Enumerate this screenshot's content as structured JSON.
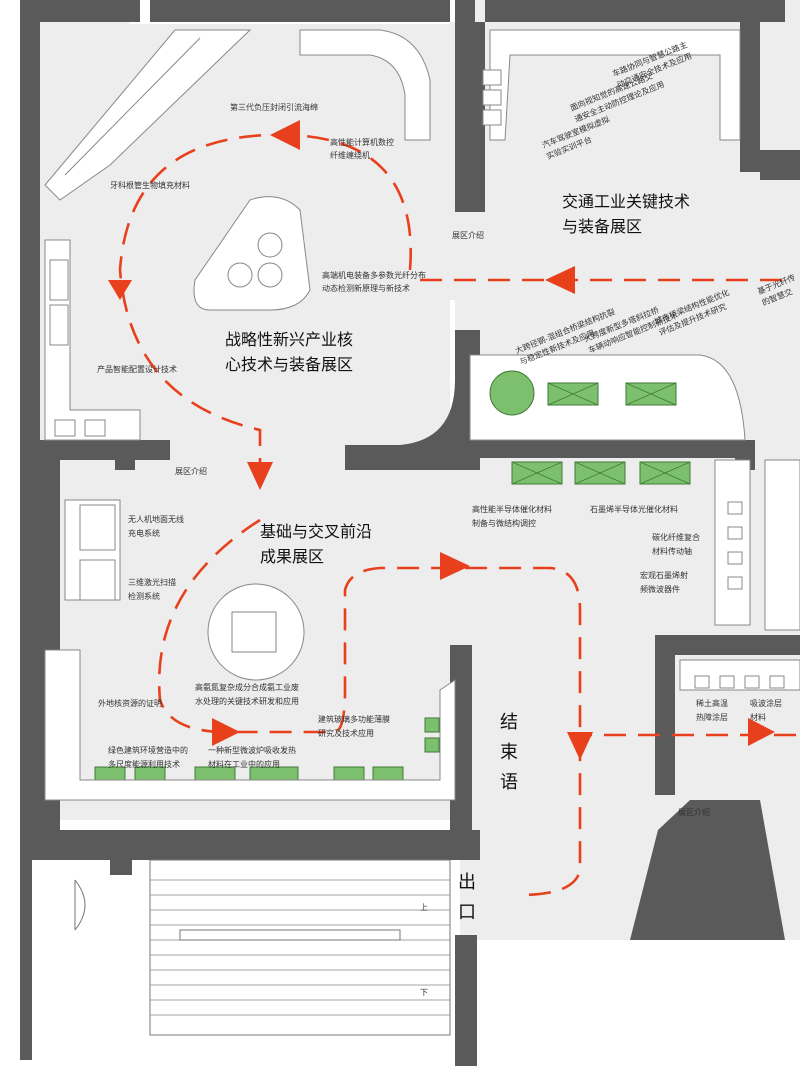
{
  "zones": {
    "strategic_line1": "战略性新兴产业核",
    "strategic_line2": "心技术与装备展区",
    "transport_line1": "交通工业关键技术",
    "transport_line2": "与装备展区",
    "basic_line1": "基础与交叉前沿",
    "basic_line2": "成果展区"
  },
  "vertical": {
    "end_1": "结",
    "end_2": "束",
    "end_3": "语",
    "exit_1": "出",
    "exit_2": "口"
  },
  "labels": {
    "intro_a": "展区介绍",
    "intro_b": "展区介绍",
    "intro_c": "展区介绍",
    "seal": "第三代负压封闭引流海绵",
    "dental": "牙科根管生物填充材料",
    "hpc_1": "高性能计算机数控",
    "hpc_2": "纤维缠绕机",
    "motor_1": "高端机电装备多参数光纤分布",
    "motor_2": "动态检测新原理与新技术",
    "product": "产品智能配置设计技术",
    "veh_a1": "车路协同与智慧公路主",
    "veh_a2": "动交通安全技术及应用",
    "veh_b1": "面向视知觉的高速公路交",
    "veh_b2": "通安全主动防控理论及应用",
    "veh_c1": "汽车驾驶室模拟虚拟",
    "veh_c2": "实验实训平台",
    "bridge_a1": "大跨径钢-混组合桥梁结构抗裂",
    "bridge_a2": "与稳定性新技术及应用",
    "bridge_b1": "大跨度新型多塔斜拉桥",
    "bridge_b2": "车辆动响应智能控制新技术",
    "bridge_c1": "城市桥梁结构性能优化",
    "bridge_c2": "评估及提升技术研究",
    "smart_1": "基于光纤传",
    "smart_2": "的智慧交",
    "semi_1": "高性能半导体催化材料",
    "semi_2": "制备与微结构调控",
    "graphene": "石墨烯半导体光催化材料",
    "carbon_1": "碳化纤维复合",
    "carbon_2": "材料传动轴",
    "macro_1": "宏观石墨烯射",
    "macro_2": "频微波器件",
    "uav_1": "无人机地面无线",
    "uav_2": "充电系统",
    "laser_1": "三维激光扫描",
    "laser_2": "检测系统",
    "nitrogen_1": "高氨氮复杂成分合成氨工业废",
    "nitrogen_2": "水处理的关键技术研发和应用",
    "nuclear": "外地核资源的证明",
    "green_1": "绿色建筑环境营造中的",
    "green_2": "多尺度能源利用技术",
    "microwave_1": "一种新型微波炉吸收发热",
    "microwave_2": "材料在工业中的应用",
    "glass_1": "建筑玻璃多功能薄膜",
    "glass_2": "研究及技术应用",
    "rare_1": "稀土高温",
    "rare_2": "热障涂层",
    "absorb_1": "吸波涂层",
    "absorb_2": "材料",
    "stair_up": "上",
    "stair_down": "下"
  },
  "colors": {
    "wall": "#5a5a5a",
    "floor": "#ededed",
    "route": "#e8401c",
    "display_green": "#7cc06e"
  }
}
